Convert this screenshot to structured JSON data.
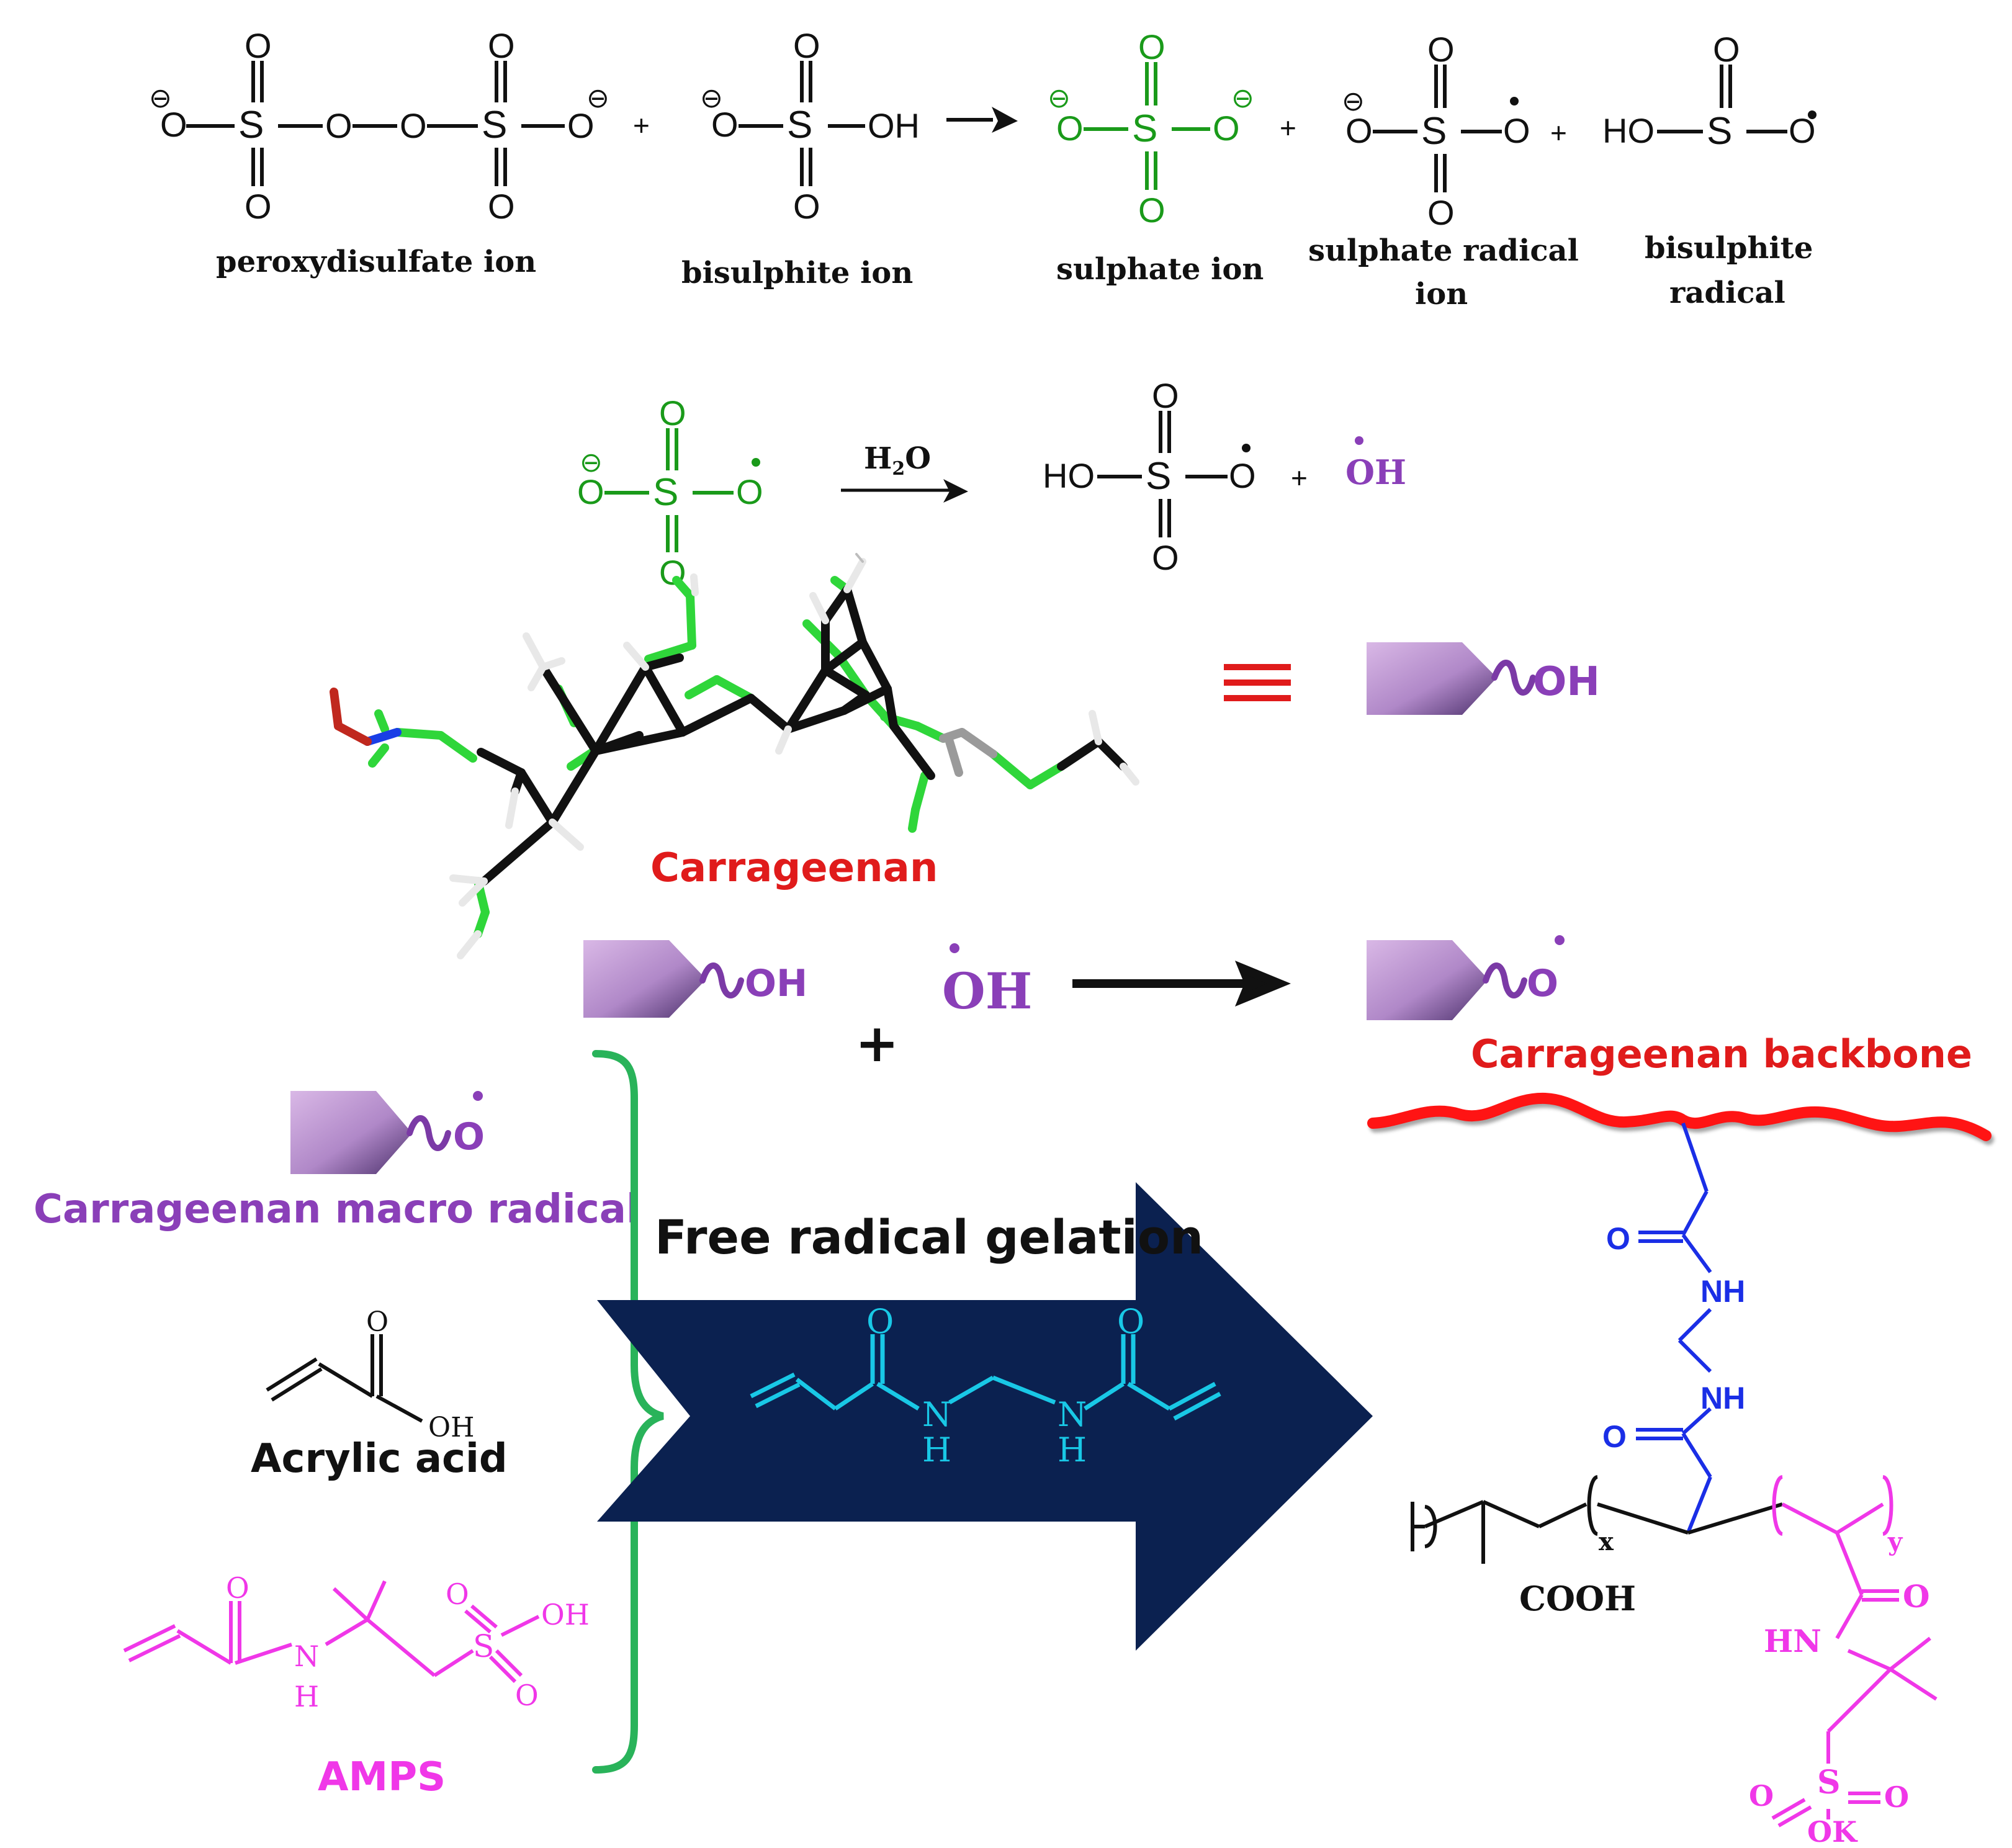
{
  "colors": {
    "black": "#111111",
    "sulfate_green": "#1a9a1a",
    "purple": "#8a3fb8",
    "title_red": "#e01b1b",
    "equiv_red": "#e01b1b",
    "arrow_navy": "#0b2150",
    "mba_cyan": "#19c8e6",
    "crosslink_blue": "#1a2ee6",
    "amps_magenta": "#f037e8",
    "brace_green": "#29b35a",
    "backbone_red": "#ff1414"
  },
  "row1": {
    "species": [
      {
        "name": "peroxydisulfate ion"
      },
      {
        "name": "bisulphite ion"
      },
      {
        "name": "sulphate ion"
      },
      {
        "name_line1": "sulphate radical",
        "name_line2": "ion"
      },
      {
        "name_line1": "bisulphite",
        "name_line2": "radical"
      }
    ],
    "plus": "+"
  },
  "row2": {
    "over_arrow_main": "H",
    "over_arrow_sub": "2",
    "over_arrow_end": "O",
    "plus": "+",
    "product_oh": "OH"
  },
  "carrageenan": {
    "label": "Carrageenan",
    "equivalent_symbol": "≡",
    "icon_oh": "OH",
    "icon_radical_o": "O"
  },
  "row3": {
    "reactant_oh": "OH",
    "plus": "+",
    "hydroxyl_radical": "OH",
    "product_o": "O"
  },
  "left_panel": {
    "macro_radical_label": "Carrageenan macro radical",
    "acrylic_acid_label": "Acrylic acid",
    "amps_label": "AMPS",
    "atom_O": "O",
    "atom_OH": "OH",
    "atom_N": "N",
    "atom_H": "H",
    "atom_S": "S"
  },
  "big_arrow": {
    "title": "Free radical gelation",
    "atom_O": "O",
    "atom_N": "N",
    "atom_H": "H"
  },
  "product": {
    "backbone_label": "Carrageenan backbone",
    "O": "O",
    "NH": "NH",
    "HN": "HN",
    "COOH": "COOH",
    "sub_x": "x",
    "sub_y": "y",
    "S": "S",
    "OK": "OK"
  },
  "atoms": {
    "O": "O",
    "S": "S",
    "OH": "OH",
    "HO": "HO",
    "charge": "⊖",
    "radical_dot": "•"
  }
}
